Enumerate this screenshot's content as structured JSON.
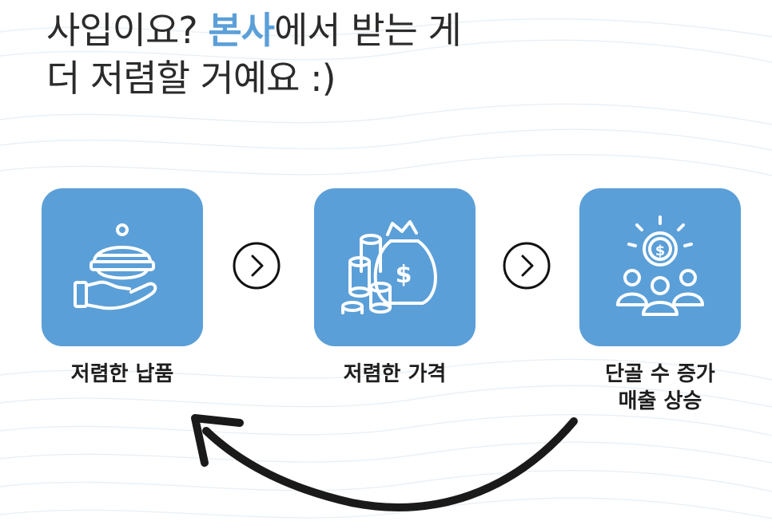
{
  "headline": {
    "line1_start": "사입이요? ",
    "line1_accent": "본사",
    "line1_end": "에서 받는 게",
    "line2": "더 저렴할 거예요 :)"
  },
  "steps": [
    {
      "label_lines": [
        "저렴한 납품"
      ],
      "icon": "serving-cloche-hand-icon"
    },
    {
      "label_lines": [
        "저렴한 가격"
      ],
      "icon": "money-bag-coins-icon"
    },
    {
      "label_lines": [
        "단골 수 증가",
        "매출 상승"
      ],
      "icon": "customers-revenue-icon"
    }
  ],
  "colors": {
    "accent": "#5b9fd8",
    "text": "#2b2b2b",
    "arrow": "#1a1a1a"
  }
}
